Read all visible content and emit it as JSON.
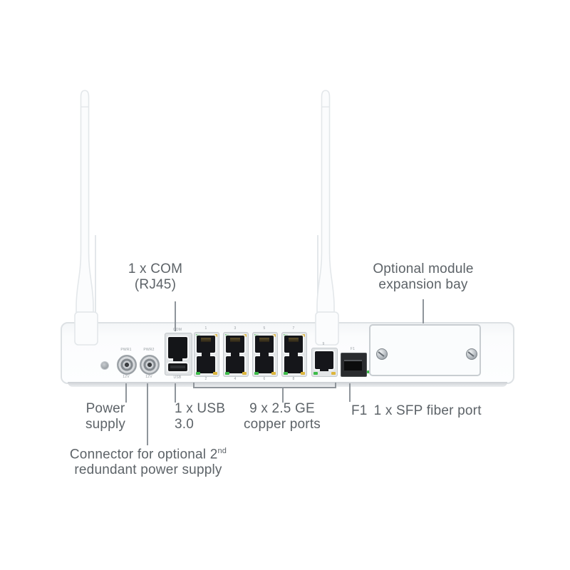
{
  "annotations": {
    "com": {
      "line1": "1 x COM",
      "line2": "(RJ45)"
    },
    "module_bay": {
      "line1": "Optional module",
      "line2": "expansion bay"
    },
    "power": {
      "line1": "Power",
      "line2": "supply"
    },
    "usb": {
      "line1": "1 x USB",
      "line2": "3.0"
    },
    "copper": {
      "line1": "9 x 2.5 GE",
      "line2": "copper ports"
    },
    "sfp": {
      "prefix": "F1",
      "text": "1 x SFP fiber port"
    },
    "redundant": {
      "line1_prefix": "Connector for optional 2",
      "line1_sup": "nd",
      "line2": "redundant power supply"
    }
  },
  "device": {
    "port_labels": {
      "com": "COM",
      "usb": "USB",
      "eth_top": [
        "1",
        "3",
        "5",
        "7"
      ],
      "eth_bottom": [
        "2",
        "4",
        "6",
        "8"
      ],
      "port9": "9",
      "sfp": "F1",
      "pwr1": "PWR1",
      "pwr2": "PWR2",
      "pwr1_sub": "12V",
      "pwr2_sub": "12V"
    },
    "counts": {
      "ethernet_ports": 9,
      "sfp_ports": 1,
      "usb_ports": 1,
      "com_ports": 1,
      "antennas": 2
    }
  },
  "colors": {
    "background": "#ffffff",
    "chassis_border": "#dde1e4",
    "annotation_text": "#5d6368",
    "callout_line": "#8f959b",
    "led_green": "#3cbb49",
    "led_amber": "#ddb63c"
  }
}
